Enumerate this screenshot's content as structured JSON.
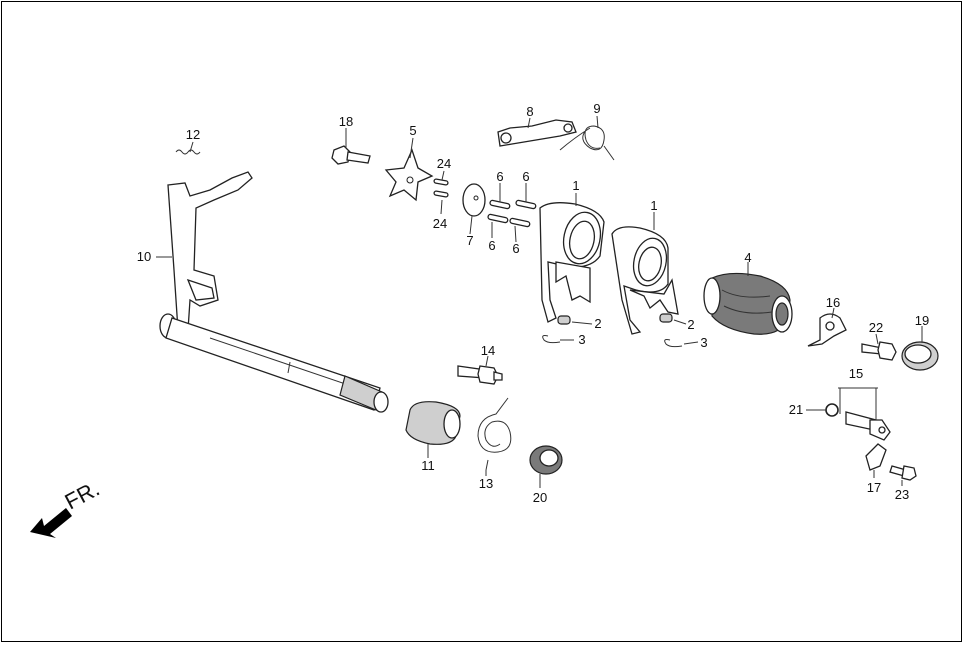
{
  "direction_label": "FR.",
  "callouts": [
    {
      "id": "c12",
      "text": "12"
    },
    {
      "id": "c18",
      "text": "18"
    },
    {
      "id": "c5",
      "text": "5"
    },
    {
      "id": "c8",
      "text": "8"
    },
    {
      "id": "c9",
      "text": "9"
    },
    {
      "id": "c24a",
      "text": "24"
    },
    {
      "id": "c24b",
      "text": "24"
    },
    {
      "id": "c7",
      "text": "7"
    },
    {
      "id": "c6a",
      "text": "6"
    },
    {
      "id": "c6b",
      "text": "6"
    },
    {
      "id": "c6c",
      "text": "6"
    },
    {
      "id": "c6d",
      "text": "6"
    },
    {
      "id": "c1a",
      "text": "1"
    },
    {
      "id": "c1b",
      "text": "1"
    },
    {
      "id": "c10",
      "text": "10"
    },
    {
      "id": "c4",
      "text": "4"
    },
    {
      "id": "c2a",
      "text": "2"
    },
    {
      "id": "c3a",
      "text": "3"
    },
    {
      "id": "c2b",
      "text": "2"
    },
    {
      "id": "c3b",
      "text": "3"
    },
    {
      "id": "c16",
      "text": "16"
    },
    {
      "id": "c22",
      "text": "22"
    },
    {
      "id": "c19",
      "text": "19"
    },
    {
      "id": "c14",
      "text": "14"
    },
    {
      "id": "c15",
      "text": "15"
    },
    {
      "id": "c21",
      "text": "21"
    },
    {
      "id": "c11",
      "text": "11"
    },
    {
      "id": "c13",
      "text": "13"
    },
    {
      "id": "c20",
      "text": "20"
    },
    {
      "id": "c17",
      "text": "17"
    },
    {
      "id": "c23",
      "text": "23"
    }
  ]
}
